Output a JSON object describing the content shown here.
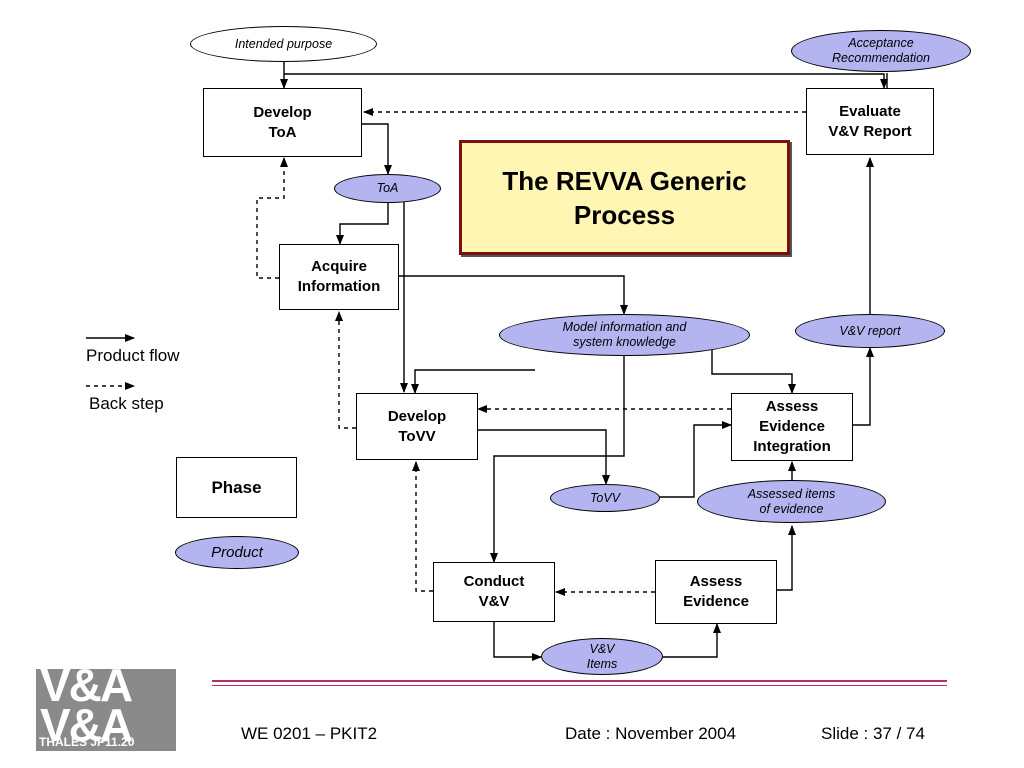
{
  "title": "The REVVA Generic\nProcess",
  "phases": {
    "develop_toa": "Develop\nToA",
    "acquire_information": "Acquire\nInformation",
    "develop_tovv": "Develop\nToVV",
    "conduct_vv": "Conduct\nV&V",
    "assess_evidence": "Assess\nEvidence",
    "assess_evidence_integration": "Assess\nEvidence\nIntegration",
    "evaluate_vv_report": "Evaluate\nV&V Report"
  },
  "products": {
    "intended_purpose": "Intended purpose",
    "acceptance_recommendation": "Acceptance\nRecommendation",
    "toa": "ToA",
    "model_information": "Model information and\nsystem knowledge",
    "vv_report": "V&V report",
    "tovv": "ToVV",
    "assessed_items": "Assessed items\nof evidence",
    "vv_items": "V&V\nItems"
  },
  "legend": {
    "product_flow": "Product flow",
    "back_step": "Back step",
    "phase": "Phase",
    "product": "Product"
  },
  "footer": {
    "doc_id": "WE 0201 – PKIT2",
    "date": "Date : November 2004",
    "slide": "Slide : 37 / 74"
  },
  "logo": {
    "text": "V&A\nV&A",
    "caption": "THALES JP11.20"
  },
  "colors": {
    "product_fill": "#b4b4f0",
    "title_fill": "#fff6b4",
    "title_border": "#7a1010",
    "rule": "#b0306a"
  }
}
